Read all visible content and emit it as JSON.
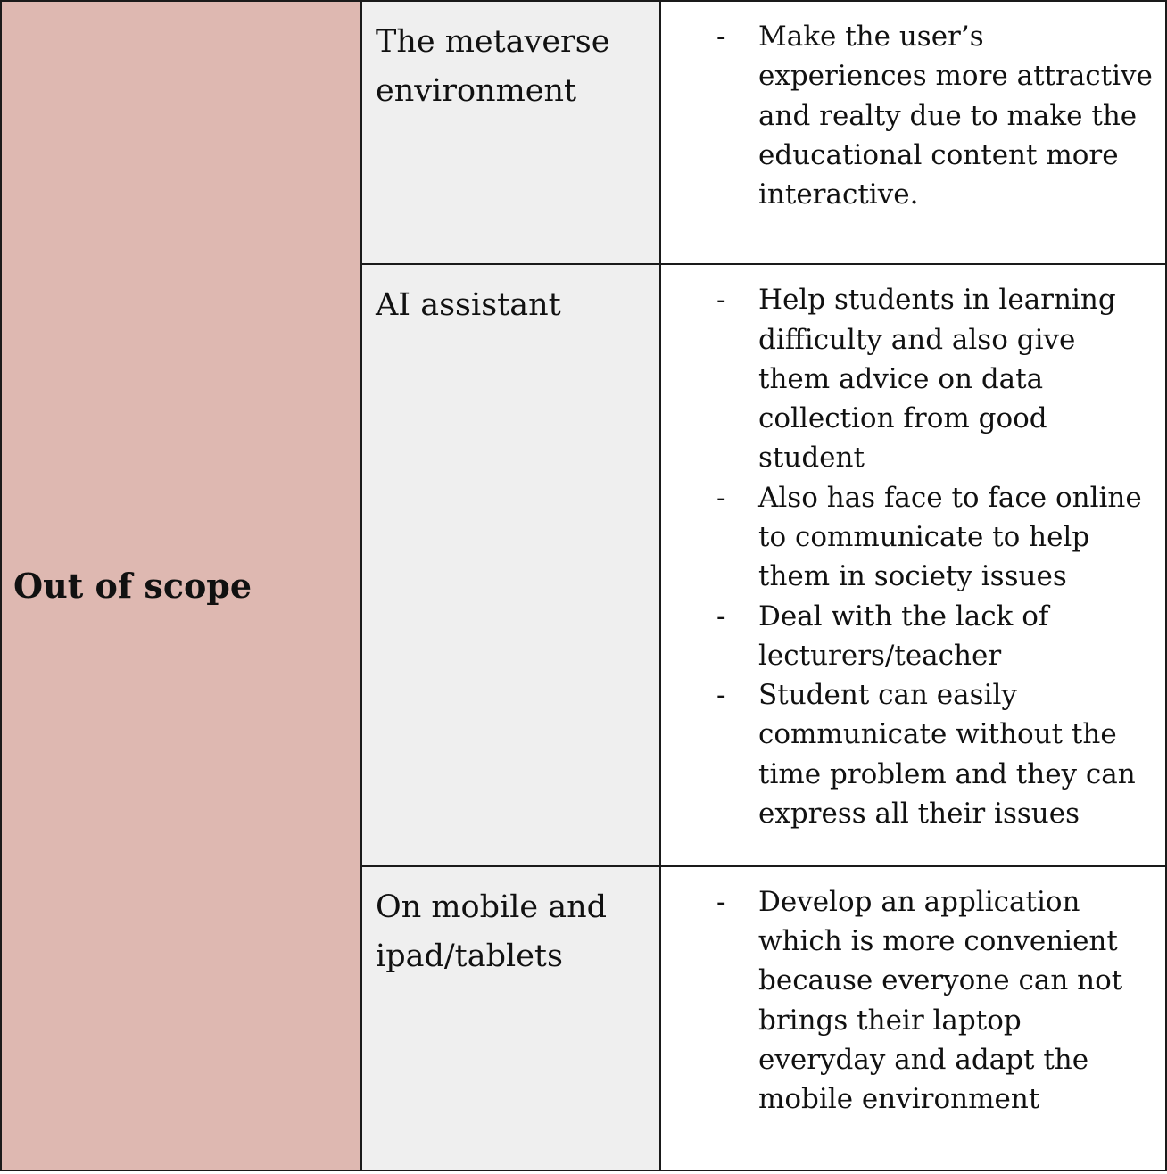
{
  "category": "Out of scope",
  "rows": [
    {
      "feature": "The metaverse environment",
      "items": [
        "Make the user’s experiences more attractive and realty due to make the educational content more interactive."
      ]
    },
    {
      "feature": "AI assistant",
      "items": [
        "Help students in learning difficulty and also give them advice on data collection from good student",
        "Also has face to face online to communicate to help them in society issues",
        "Deal with the lack of lecturers/teacher",
        "Student can easily communicate without the time problem and they can express all their issues"
      ]
    },
    {
      "feature": "On mobile and ipad/tablets",
      "items": [
        "Develop an application which is more convenient because everyone can not brings their laptop everyday and adapt the mobile environment"
      ]
    }
  ],
  "bullet_marker": "-"
}
